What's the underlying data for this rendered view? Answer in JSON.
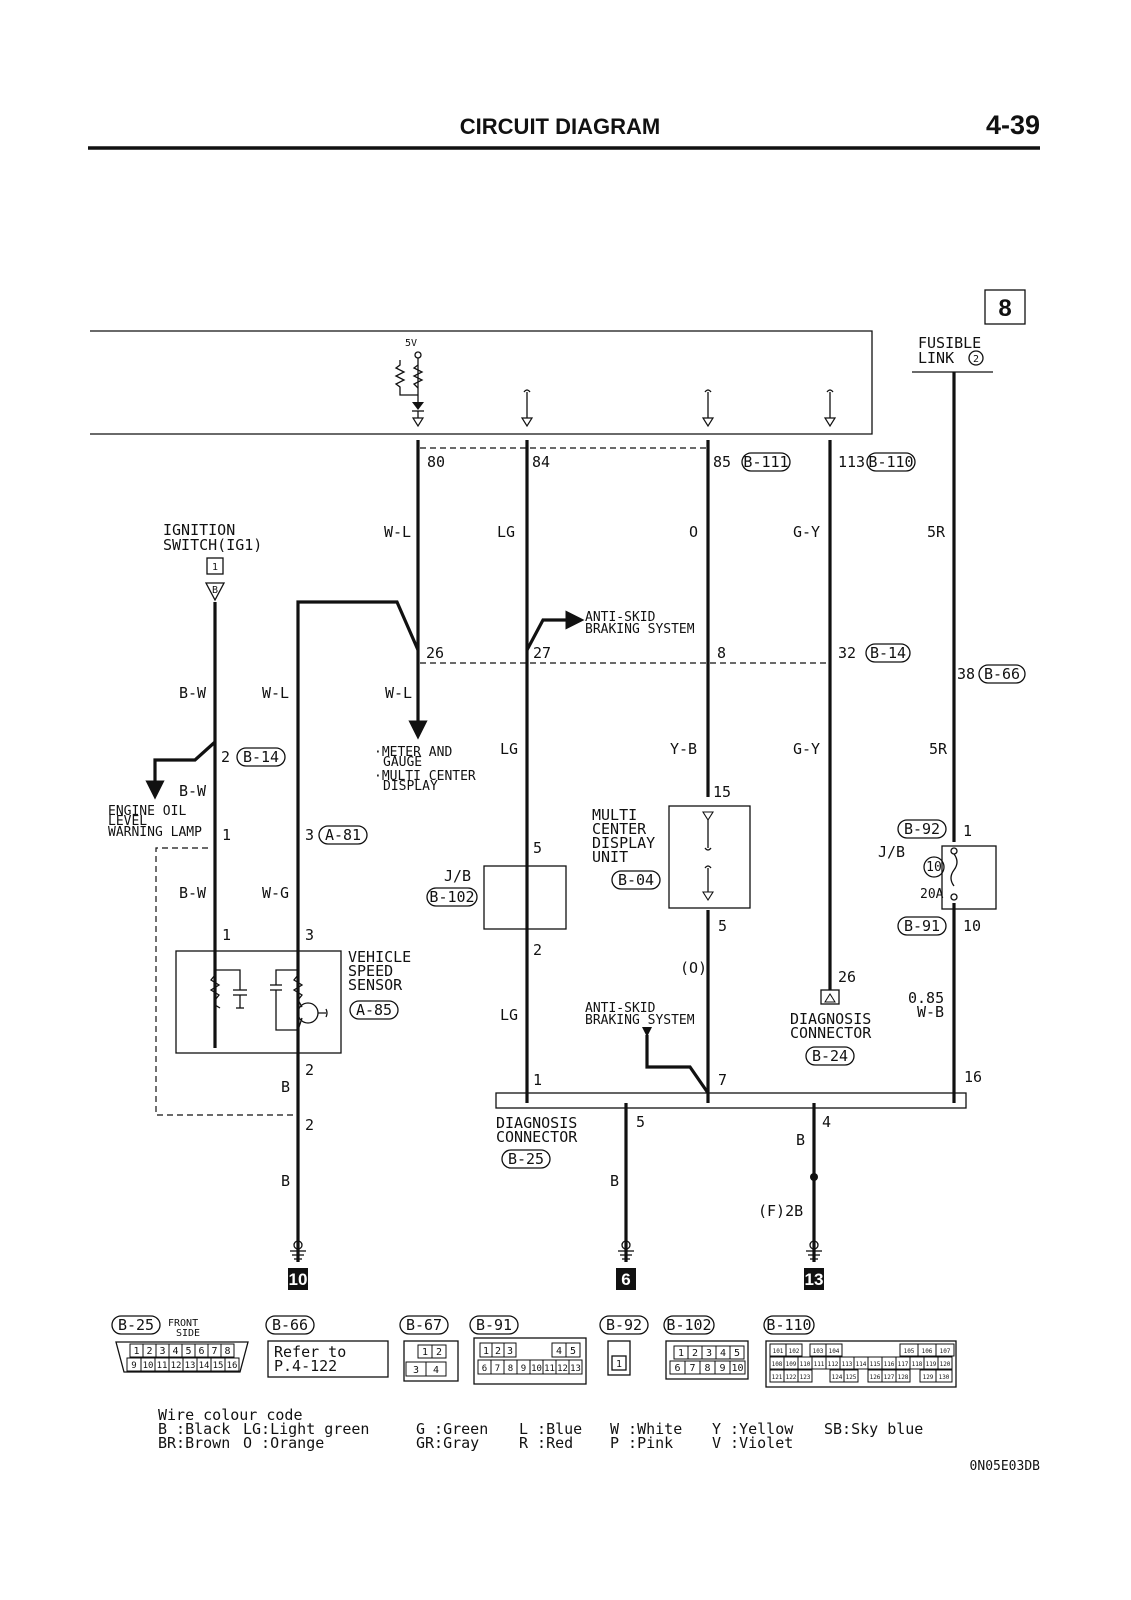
{
  "header": {
    "title": "CIRCUIT DIAGRAM",
    "page": "4-39"
  },
  "box_number": "8",
  "fusible_link": {
    "line1": "FUSIBLE",
    "line2": "LINK",
    "num": "2"
  },
  "ecu": {
    "v5": "5V",
    "pins": {
      "p80": "80",
      "p84": "84",
      "p85": "85",
      "p113": "113"
    },
    "conn_b111": "B-111",
    "conn_b110": "B-110"
  },
  "wires": {
    "wl": "W-L",
    "lg": "LG",
    "o": "O",
    "gy": "G-Y",
    "r5": "5R",
    "bw": "B-W",
    "wg": "W-G",
    "b": "B",
    "yb": "Y-B",
    "o_paren": "(O)",
    "wb085a": "0.85",
    "wb085b": "W-B",
    "f2b": "(F)2B"
  },
  "ignition": {
    "line1": "IGNITION",
    "line2": "SWITCH(IG1)",
    "num": "1",
    "pin": "B"
  },
  "anti_skid_top": {
    "line1": "ANTI-SKID",
    "line2": "BRAKING SYSTEM"
  },
  "anti_skid_bottom": {
    "line1": "ANTI-SKID",
    "line2": "BRAKING SYSTEM"
  },
  "mid": {
    "p26": "26",
    "p27": "27",
    "p8": "8",
    "p32": "32",
    "c_b14": "B-14",
    "p38": "38",
    "c_b66": "B-66"
  },
  "meter": {
    "l1": "·METER AND",
    "l2": "GAUGE",
    "l3": "·MULTI CENTER",
    "l4": "DISPLAY"
  },
  "engine_oil": {
    "l1": "ENGINE OIL",
    "l2": "LEVEL",
    "l3": "WARNING LAMP"
  },
  "splice": {
    "p2": "2",
    "c_b14": "B-14",
    "p1": "1",
    "p3": "3",
    "c_a81": "A-81"
  },
  "vss": {
    "l1": "VEHICLE",
    "l2": "SPEED",
    "l3": "SENSOR",
    "conn": "A-85",
    "p1": "1",
    "p3": "3",
    "p2": "2",
    "p2b": "2"
  },
  "jb_left": {
    "label": "J/B",
    "conn": "B-102",
    "p5": "5",
    "p2": "2"
  },
  "mcdu": {
    "l1": "MULTI",
    "l2": "CENTER",
    "l3": "DISPLAY",
    "l4": "UNIT",
    "conn": "B-04",
    "p15": "15",
    "p5": "5"
  },
  "jb_right": {
    "label": "J/B",
    "conn_top": "B-92",
    "p1": "1",
    "fuse_num": "10",
    "fuse_amp": "20A",
    "conn_bot": "B-91",
    "p10": "10"
  },
  "diag_small": {
    "l1": "DIAGNOSIS",
    "l2": "CONNECTOR",
    "conn": "B-24",
    "p26": "26"
  },
  "diag_main": {
    "l1": "DIAGNOSIS",
    "l2": "CONNECTOR",
    "conn": "B-25",
    "p1": "1",
    "p7": "7",
    "p16": "16",
    "p5": "5",
    "p4": "4"
  },
  "grounds": {
    "g1": "10",
    "g2": "6",
    "g3": "13"
  },
  "connectors": {
    "b25": {
      "name": "B-25",
      "side1": "FRONT",
      "side2": "SIDE",
      "row1": [
        "1",
        "2",
        "3",
        "4",
        "5",
        "6",
        "7",
        "8"
      ],
      "row2": [
        "9",
        "10",
        "11",
        "12",
        "13",
        "14",
        "15",
        "16"
      ]
    },
    "b66": {
      "name": "B-66",
      "ref1": "Refer to",
      "ref2": "P.4-122"
    },
    "b67": {
      "name": "B-67",
      "pins": [
        "1",
        "2",
        "3",
        "4"
      ]
    },
    "b91": {
      "name": "B-91",
      "row1": [
        "1",
        "2",
        "3",
        "4",
        "5"
      ],
      "row2": [
        "6",
        "7",
        "8",
        "9",
        "10",
        "11",
        "12",
        "13"
      ]
    },
    "b92": {
      "name": "B-92",
      "pin": "1"
    },
    "b102": {
      "name": "B-102",
      "row1": [
        "1",
        "2",
        "3",
        "4",
        "5"
      ],
      "row2": [
        "6",
        "7",
        "8",
        "9",
        "10"
      ]
    },
    "b110": {
      "name": "B-110",
      "row1": [
        "101",
        "102",
        "103",
        "104",
        "105",
        "106",
        "107"
      ],
      "row2": [
        "108",
        "109",
        "110",
        "111",
        "112",
        "113",
        "114",
        "115",
        "116",
        "117",
        "118",
        "119",
        "120"
      ],
      "row3": [
        "121",
        "122",
        "123",
        "124",
        "125",
        "126",
        "127",
        "128",
        "129",
        "130"
      ]
    }
  },
  "legend": {
    "title": "Wire colour code",
    "col1": [
      "B :Black",
      "BR:Brown"
    ],
    "col2": [
      "LG:Light green",
      "O :Orange"
    ],
    "col3": [
      "G :Green",
      "GR:Gray"
    ],
    "col4": [
      "L :Blue",
      "R :Red"
    ],
    "col5": [
      "W :White",
      "P :Pink"
    ],
    "col6": [
      "Y :Yellow",
      "V :Violet"
    ],
    "col7": [
      "SB:Sky blue"
    ]
  },
  "code": "0N05E03DB"
}
